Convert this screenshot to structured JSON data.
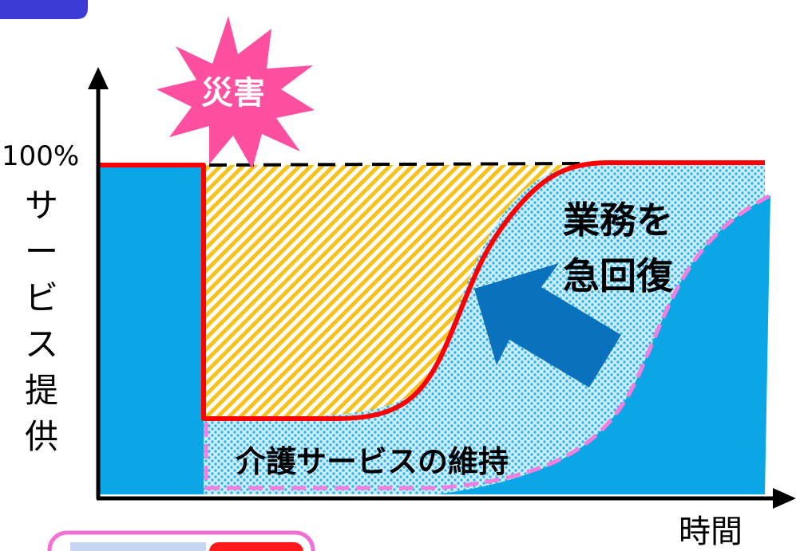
{
  "disaster_label": "災害",
  "y_tick_label": "100%",
  "y_axis_label_chars": [
    "サ",
    "ー",
    "ビ",
    "ス",
    "提",
    "供"
  ],
  "x_axis_label": "時間",
  "recovery_label_line1": "業務を",
  "recovery_label_line2": "急回復",
  "maintain_label": "介護サービスの維持",
  "colors": {
    "service_fill": "#0aa6e6",
    "dot_fill": "#bfe7f7",
    "hatch_yellow": "#f7c21e",
    "recovery_curve": "#ff0000",
    "maintain_dash": "#f27fe0",
    "arrow": "#0a71bd",
    "burst": "#ff4fa0",
    "corner_blue": "#3b3bd6"
  },
  "icons": {
    "disaster": "explosion-burst-icon",
    "recovery": "up-left-arrow-icon"
  }
}
